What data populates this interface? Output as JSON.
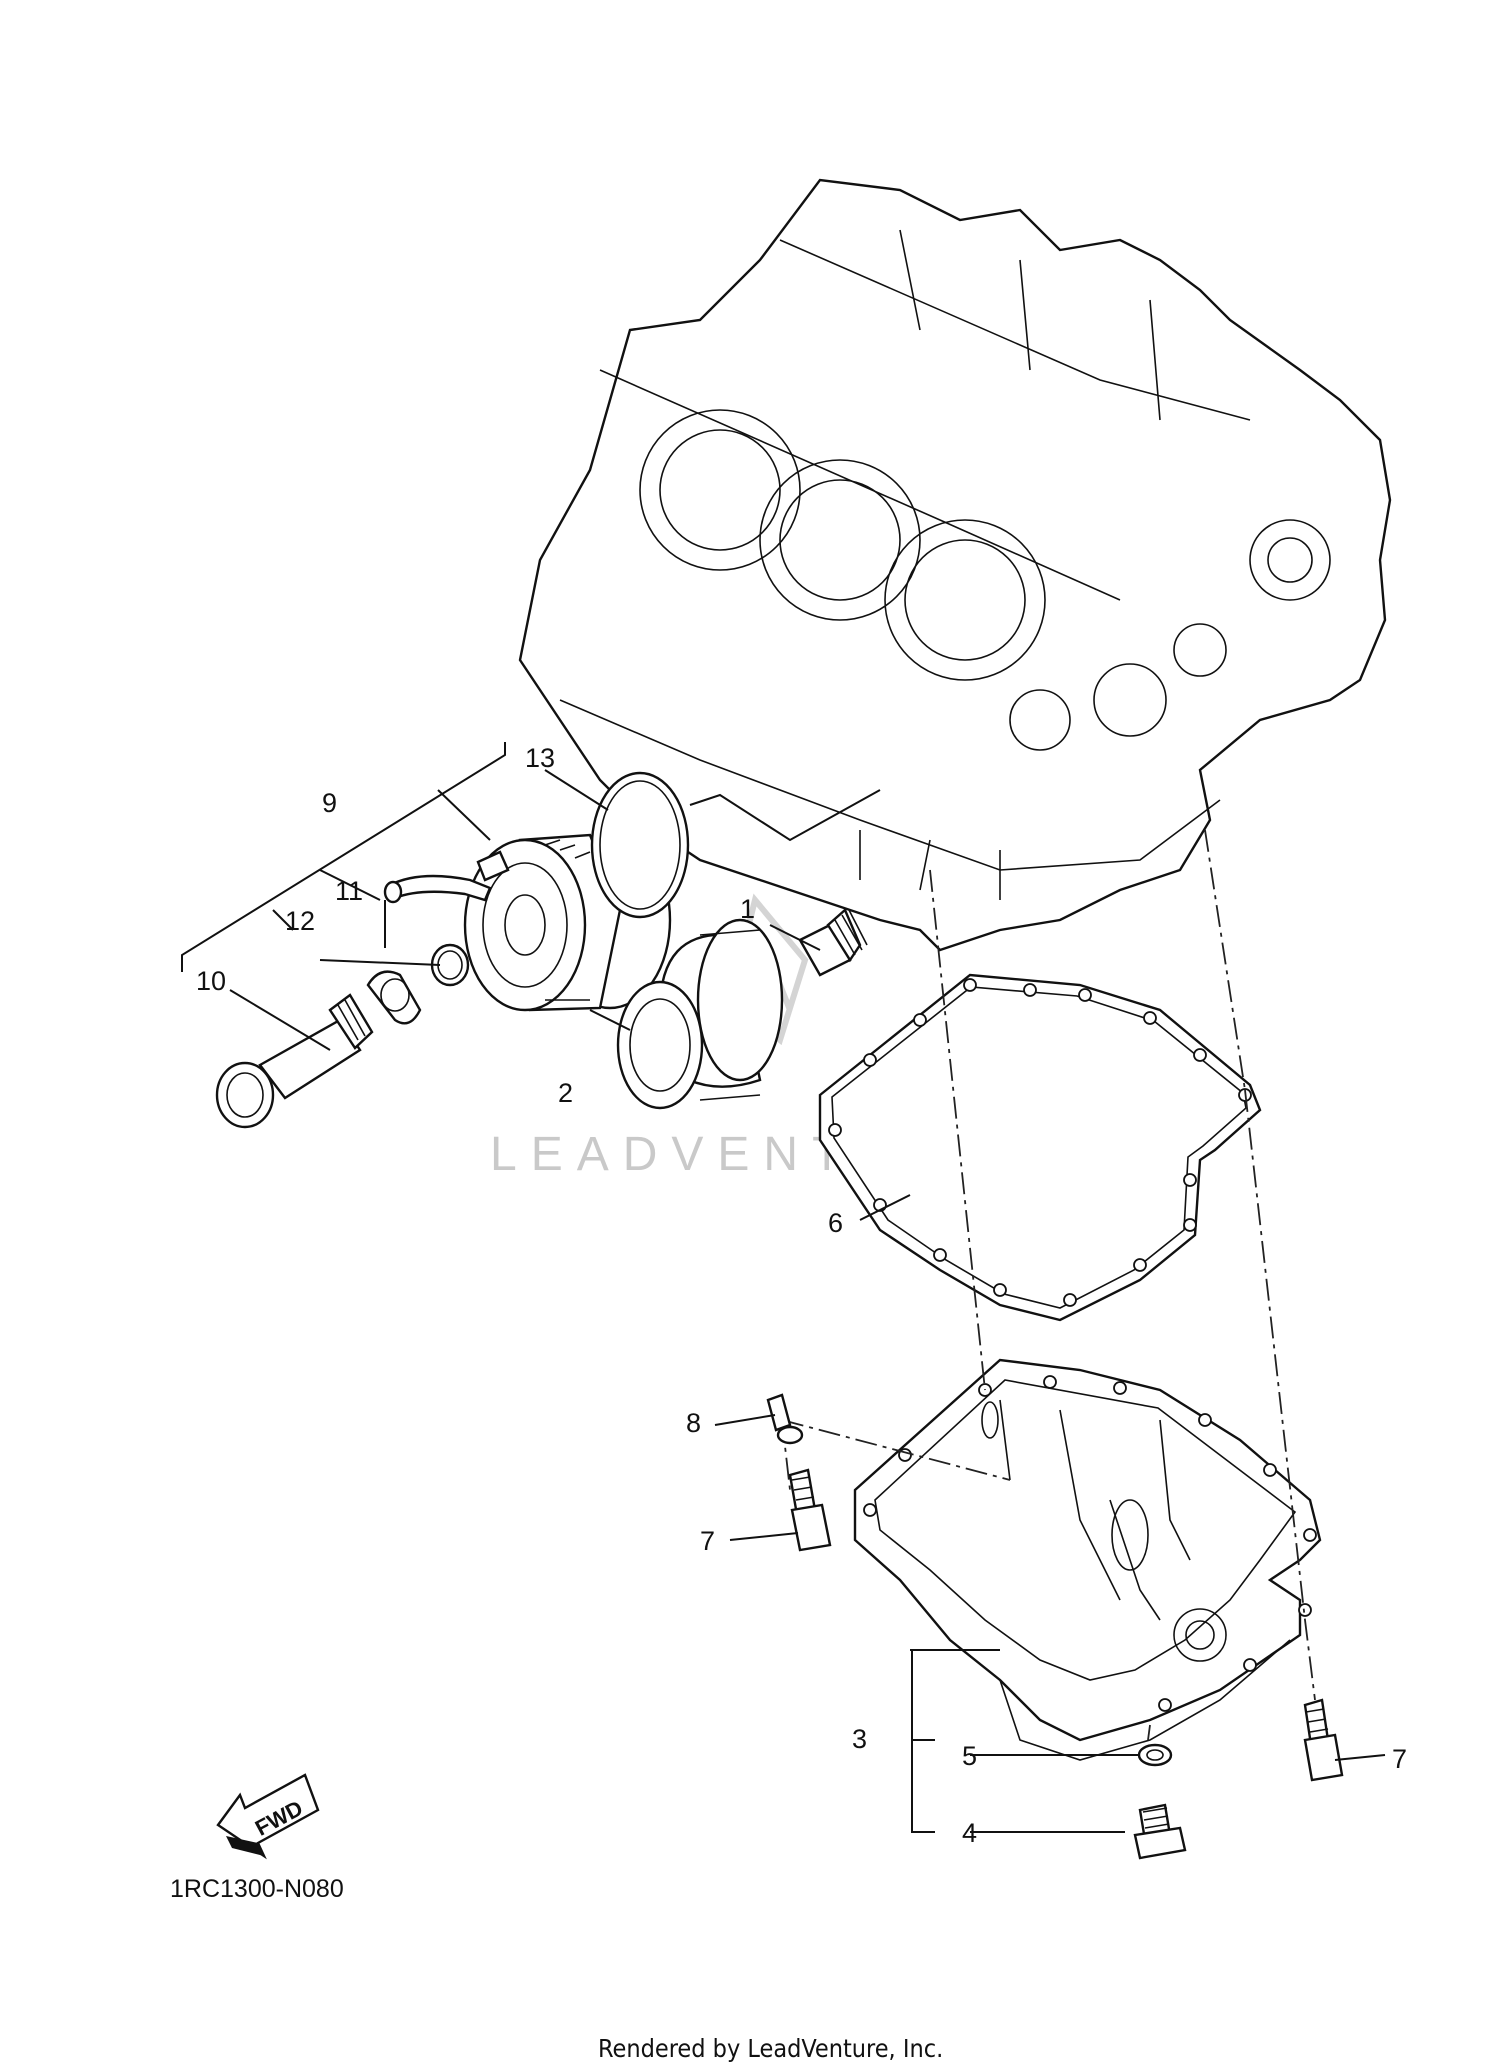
{
  "diagram": {
    "callouts": [
      {
        "id": "1",
        "label": "1"
      },
      {
        "id": "2",
        "label": "2"
      },
      {
        "id": "3",
        "label": "3"
      },
      {
        "id": "4",
        "label": "4"
      },
      {
        "id": "5",
        "label": "5"
      },
      {
        "id": "6",
        "label": "6"
      },
      {
        "id": "7a",
        "label": "7"
      },
      {
        "id": "7b",
        "label": "7"
      },
      {
        "id": "8",
        "label": "8"
      },
      {
        "id": "9",
        "label": "9"
      },
      {
        "id": "10",
        "label": "10"
      },
      {
        "id": "11",
        "label": "11"
      },
      {
        "id": "12",
        "label": "12"
      },
      {
        "id": "13",
        "label": "13"
      }
    ],
    "fwd_label": "FWD",
    "diagram_code": "1RC1300-N080",
    "watermark": "LEADVENTURE",
    "footer": "Rendered by LeadVenture, Inc."
  }
}
